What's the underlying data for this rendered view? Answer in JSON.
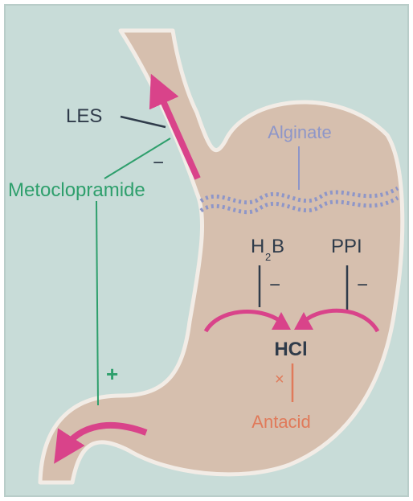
{
  "labels": {
    "les": "LES",
    "les_sign": "−",
    "metoclopramide": "Metoclopramide",
    "metoclopramide_sign": "+",
    "alginate": "Alginate",
    "h2b_main": "H",
    "h2b_sub": "2",
    "h2b_end": "B",
    "h2b_sign": "−",
    "ppi": "PPI",
    "ppi_sign": "−",
    "hcl": "HCl",
    "antacid_sign": "×",
    "antacid": "Antacid"
  },
  "colors": {
    "background": "#c8dcd8",
    "stomach_fill": "#d6bfae",
    "stomach_outline": "#f2ece6",
    "pink_arrow": "#d9438a",
    "green": "#2e9f6c",
    "dark_text": "#2f3b4a",
    "alginate_blue": "#8e96c8",
    "antacid_orange": "#e07a5a"
  }
}
